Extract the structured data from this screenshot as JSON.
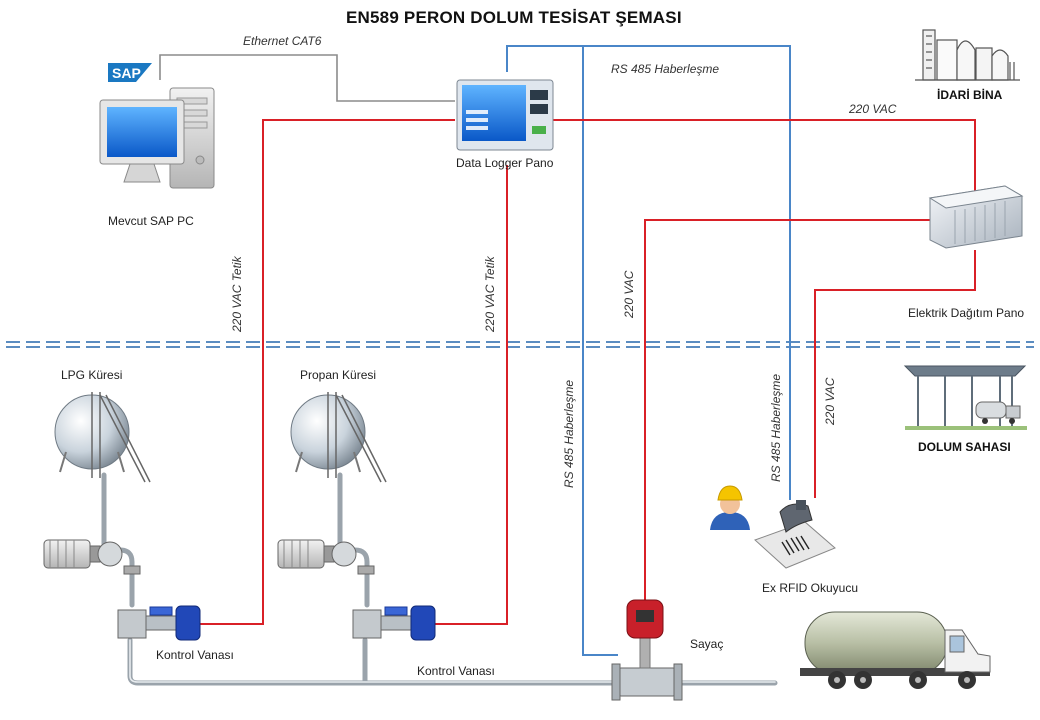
{
  "title": "EN589 PERON DOLUM TESİSAT ŞEMASI",
  "nodes": {
    "sap_pc": "Mevcut SAP PC",
    "sap_logo": "SAP",
    "data_logger": "Data Logger Pano",
    "idari_bina": "İDARİ BİNA",
    "elektrik_pano": "Elektrik Dağıtım Pano",
    "lpg_kuresi": "LPG Küresi",
    "propan_kuresi": "Propan Küresi",
    "dolum_sahasi": "DOLUM SAHASI",
    "rfid": "Ex RFID Okuyucu",
    "sayac": "Sayaç",
    "kontrol_vanasi_1": "Kontrol Vanası",
    "kontrol_vanasi_2": "Kontrol Vanası"
  },
  "connections": {
    "ethernet": "Ethernet CAT6",
    "rs485_top": "RS 485 Haberleşme",
    "vac_top": "220 VAC",
    "vac_tetik_1": "220 VAC Tetik",
    "vac_tetik_2": "220 VAC Tetik",
    "vac_mid": "220 VAC",
    "rs485_sayac": "RS 485 Haberleşme",
    "rs485_rfid": "RS 485 Haberleşme",
    "vac_rfid": "220 VAC"
  },
  "colors": {
    "power_line": "#d92027",
    "comm_line": "#4a86c8",
    "ethernet_line": "#8c8c8c",
    "zone_divider": "#5b8cc0"
  }
}
